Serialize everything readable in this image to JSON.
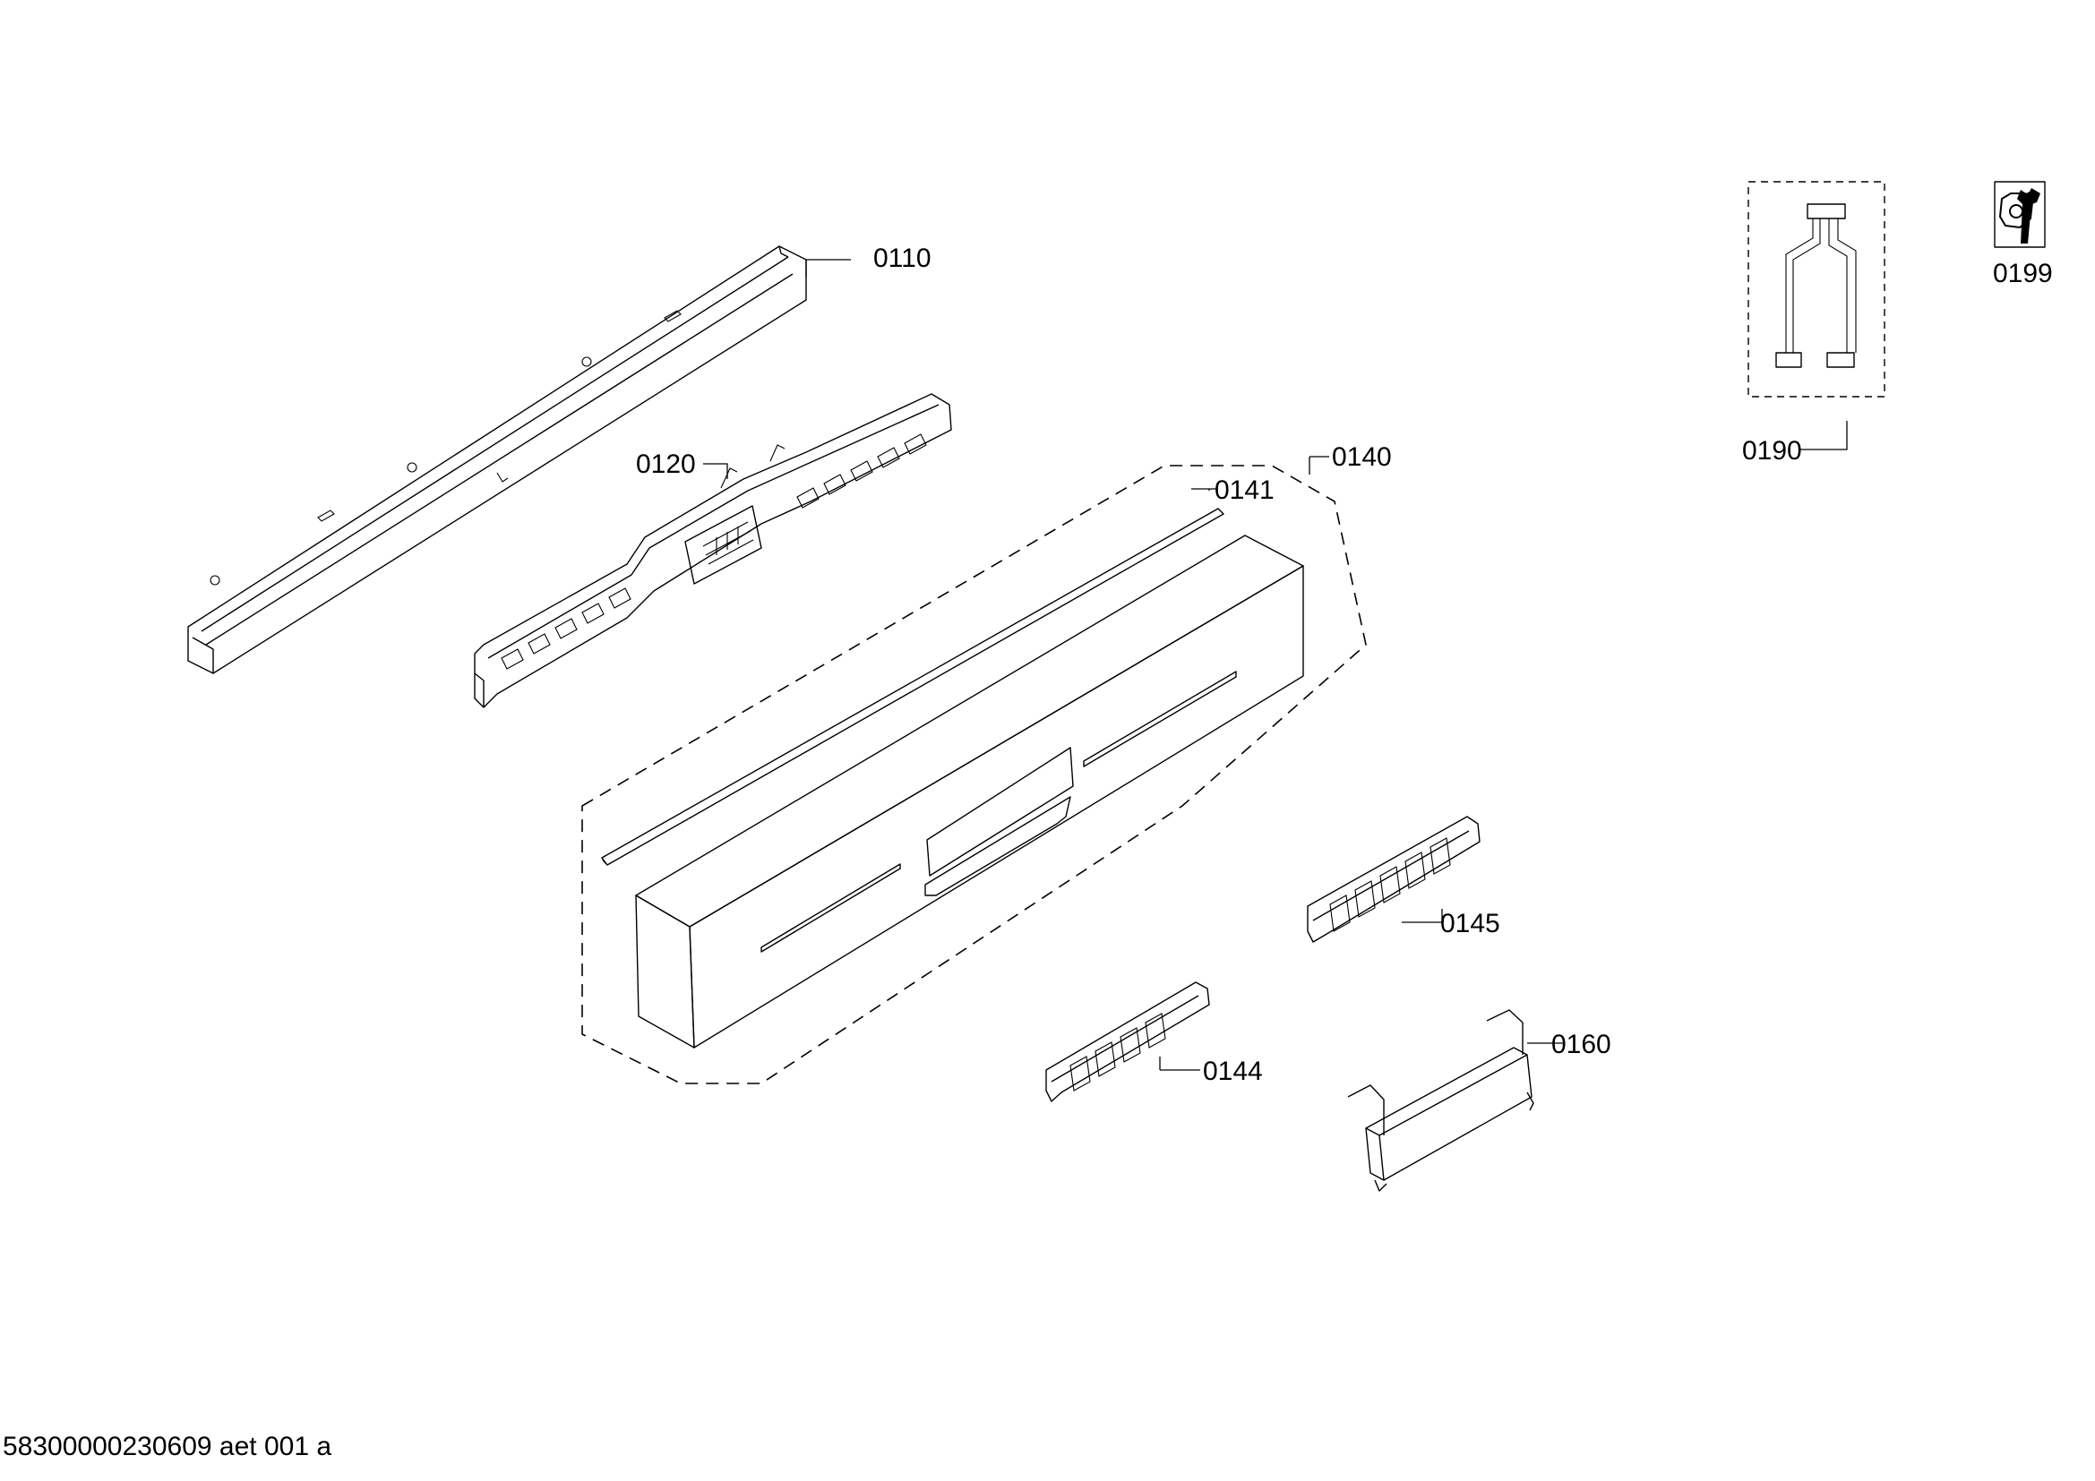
{
  "callouts": {
    "c0110": "0110",
    "c0120": "0120",
    "c0140": "0140",
    "c0141": "0141",
    "c0144": "0144",
    "c0145": "0145",
    "c0160": "0160",
    "c0190": "0190",
    "c0199": "0199"
  },
  "footer": {
    "doc_id": "58300000230609 aet 001 a"
  },
  "icons": {
    "service_kit": "nut-and-wrench-icon"
  }
}
